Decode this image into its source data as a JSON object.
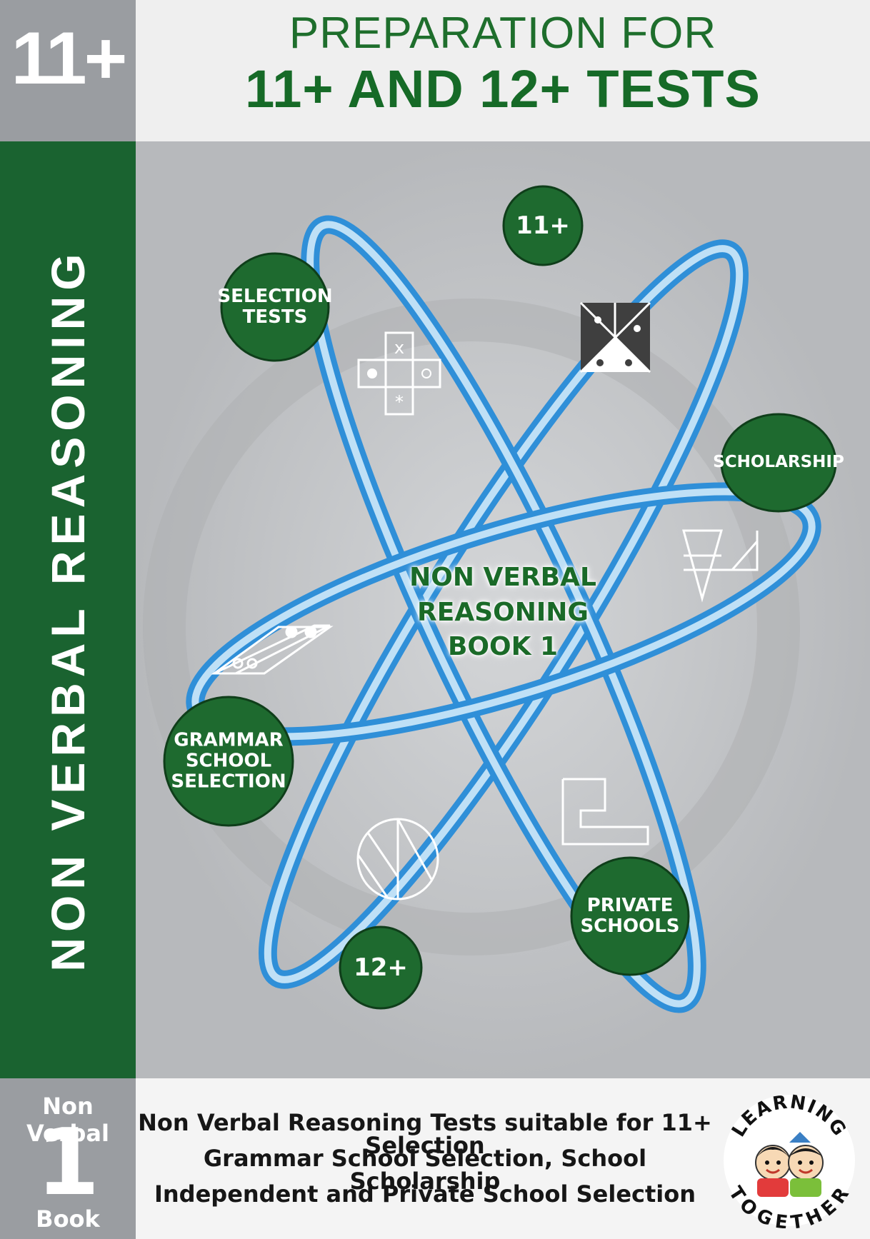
{
  "corner_badge": "11+",
  "header": {
    "line1": "PREPARATION FOR",
    "line2": "11+ AND 12+ TESTS"
  },
  "spine_title": "NON VERBAL REASONING",
  "bubbles": {
    "eleven": "11+",
    "selection_tests": [
      "SELECTION",
      "TESTS"
    ],
    "scholarship": "SCHOLARSHIP",
    "grammar": [
      "GRAMMAR",
      "SCHOOL",
      "SELECTION"
    ],
    "private": [
      "PRIVATE",
      "SCHOOLS"
    ],
    "twelve": "12+"
  },
  "center_title": [
    "NON VERBAL",
    "REASONING",
    "BOOK 1"
  ],
  "book_badge": {
    "top": "Non Verbal",
    "number": "1",
    "bottom": "Book"
  },
  "footer_lines": [
    "Non Verbal Reasoning Tests suitable for 11+ Selection",
    "Grammar School Selection, School Scholarship",
    "Independent and Private School Selection"
  ],
  "logo_text": {
    "top": "LEARNING",
    "bottom": "TOGETHER"
  },
  "colors": {
    "green": "#1a6330",
    "orbit_blue": "#3a9be0",
    "grey_badge": "#9a9da1",
    "background_grey": "#b7b9bc"
  }
}
